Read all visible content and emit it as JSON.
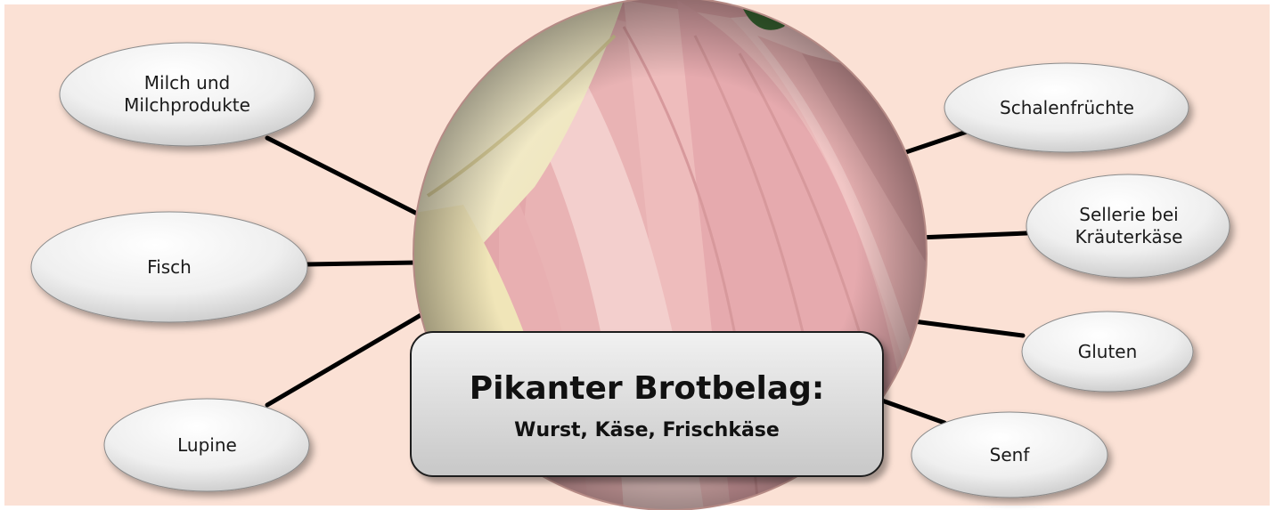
{
  "title": {
    "main": "Pikanter Brotbelag:",
    "sub": "Wurst, Käse, Frischkäse"
  },
  "nodes": [
    {
      "id": "milch",
      "label": "Milch und\nMilchprodukte"
    },
    {
      "id": "fisch",
      "label": "Fisch"
    },
    {
      "id": "lupine",
      "label": "Lupine"
    },
    {
      "id": "schalenfruechte",
      "label": "Schalenfrüchte"
    },
    {
      "id": "sellerie",
      "label": "Sellerie bei\nKräuterkäse"
    },
    {
      "id": "gluten",
      "label": "Gluten"
    },
    {
      "id": "senf",
      "label": "Senf"
    }
  ],
  "colors": {
    "background": "#fbe1d5",
    "bubble": "#f2f2f2",
    "connector": "#000000",
    "ham": "#e9b2b2",
    "cheese": "#f3ecc4"
  }
}
